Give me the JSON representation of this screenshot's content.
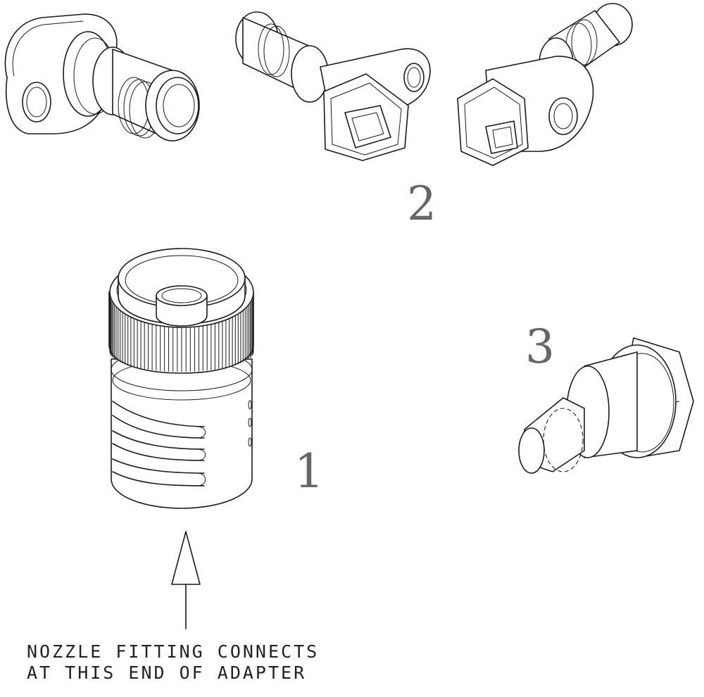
{
  "parts": {
    "part1": {
      "label": "1"
    },
    "part2": {
      "label": "2"
    },
    "part3": {
      "label": "3"
    }
  },
  "note": {
    "line1": "NOZZLE FITTING CONNECTS",
    "line2": "AT THIS END OF ADAPTER"
  }
}
